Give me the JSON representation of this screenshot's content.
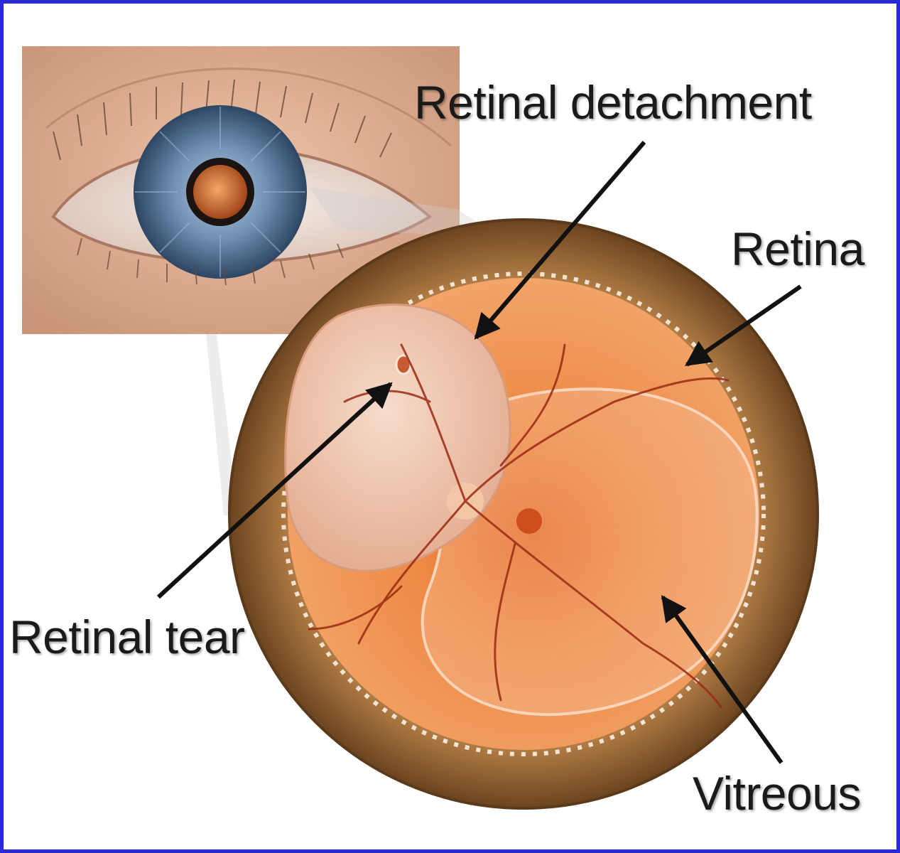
{
  "labels": {
    "retinal_detachment": "Retinal detachment",
    "retina": "Retina",
    "retinal_tear": "Retinal tear",
    "vitreous": "Vitreous"
  },
  "colors": {
    "frame_border": "#2a2ad8",
    "skin": "#e2b49b",
    "iris": "#6f8fb3",
    "fundus": "#e77a35",
    "choroid_ring": "#8a5a2b",
    "detached_retina": "#f1c8ae",
    "arrow": "#111111"
  }
}
